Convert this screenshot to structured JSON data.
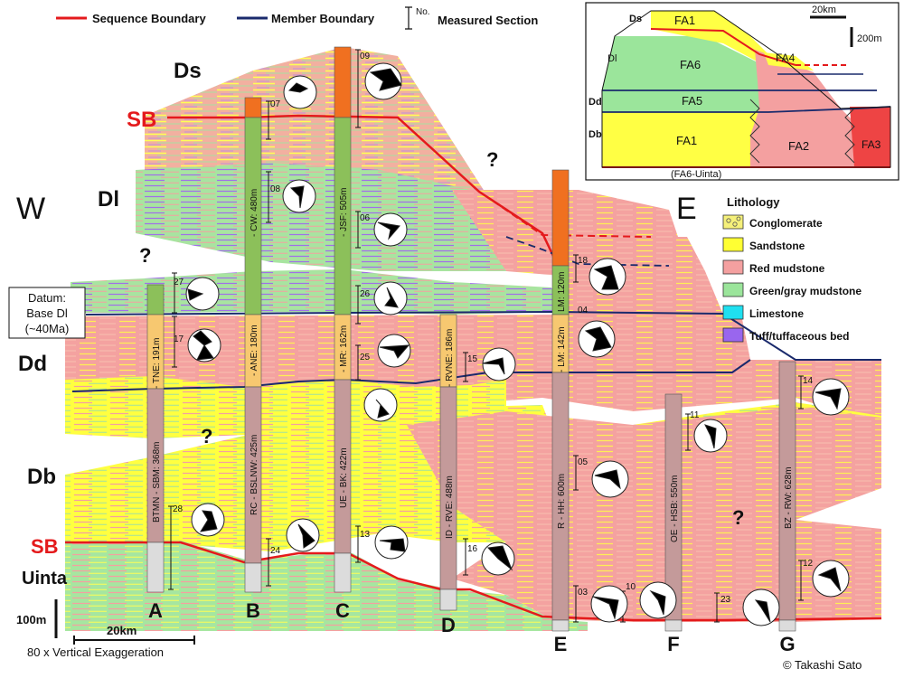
{
  "legend": {
    "sequence_boundary": "Sequence Boundary",
    "member_boundary": "Member Boundary",
    "measured_section_no": "No.",
    "measured_section": "Measured Section"
  },
  "colors": {
    "sequence_boundary": "#e41a1c",
    "member_boundary": "#1a2a6c",
    "conglomerate": "#f5f07a",
    "sandstone": "#ffff33",
    "red_mudstone": "#f4a0a0",
    "green_mudstone": "#9be59b",
    "limestone": "#1fe0f0",
    "tuff": "#9966ee",
    "col_ds": "#f07020",
    "col_dl": "#8cc05a",
    "col_dd": "#f7c870",
    "col_db": "#c49a9a",
    "col_uinta": "#dcdcdc"
  },
  "labels": {
    "west": "W",
    "east": "E",
    "ds": "Ds",
    "dl": "Dl",
    "dd": "Dd",
    "db": "Db",
    "uinta": "Uinta",
    "sb_top": "SB",
    "sb_bottom": "SB",
    "question": "?",
    "datum_line1": "Datum:",
    "datum_line2": "Base Dl",
    "datum_line3": "(~40Ma)",
    "scale_vertical": "100m",
    "scale_horizontal": "20km",
    "vertical_exaggeration": "80 x Vertical Exaggeration",
    "copyright": "© Takashi Sato"
  },
  "lithology": {
    "title": "Lithology",
    "items": [
      {
        "label": "Conglomerate",
        "color": "#f5f07a",
        "pattern": "circles"
      },
      {
        "label": "Sandstone",
        "color": "#ffff33"
      },
      {
        "label": "Red mudstone",
        "color": "#f4a0a0"
      },
      {
        "label": "Green/gray mudstone",
        "color": "#9be59b"
      },
      {
        "label": "Limestone",
        "color": "#1fe0f0"
      },
      {
        "label": "Tuff/tuffaceous bed",
        "color": "#9966ee"
      }
    ]
  },
  "inset": {
    "ds": "Ds",
    "dl": "Dl",
    "dd": "Dd",
    "db": "Db",
    "fa1_top": "FA1",
    "fa6": "FA6",
    "fa4": "FA4",
    "fa5": "FA5",
    "fa1_bottom": "FA1",
    "fa2": "FA2",
    "fa3": "FA3",
    "scale_h": "20km",
    "scale_v": "200m",
    "caption": "(FA6-Uinta)"
  },
  "columns": [
    {
      "letter": "A",
      "names": [
        "- TNE: 191m",
        "BTMN - SBM: 368m"
      ]
    },
    {
      "letter": "B",
      "names": [
        "- CW: 480m",
        "- ANE: 180m",
        "RC - BSLNW: 425m"
      ]
    },
    {
      "letter": "C",
      "names": [
        "- JSF: 505m",
        "- MR: 162m",
        "UE - BK: 422m"
      ]
    },
    {
      "letter": "D",
      "names": [
        "- RVNE: 186m",
        "ID - RVE: 488m"
      ]
    },
    {
      "letter": "E",
      "names": [
        "LM: 120m",
        "- LM: 142m",
        "R - HH: 600m"
      ]
    },
    {
      "letter": "F",
      "names": [
        "OE - HSB: 550m"
      ]
    },
    {
      "letter": "G",
      "names": [
        "BZ - RW: 628m"
      ]
    }
  ],
  "sections": [
    "27",
    "17",
    "28",
    "07",
    "08",
    "24",
    "09",
    "06",
    "26",
    "25",
    "13",
    "15",
    "16",
    "18",
    "04",
    "05",
    "03",
    "10",
    "11",
    "23",
    "14",
    "12"
  ]
}
